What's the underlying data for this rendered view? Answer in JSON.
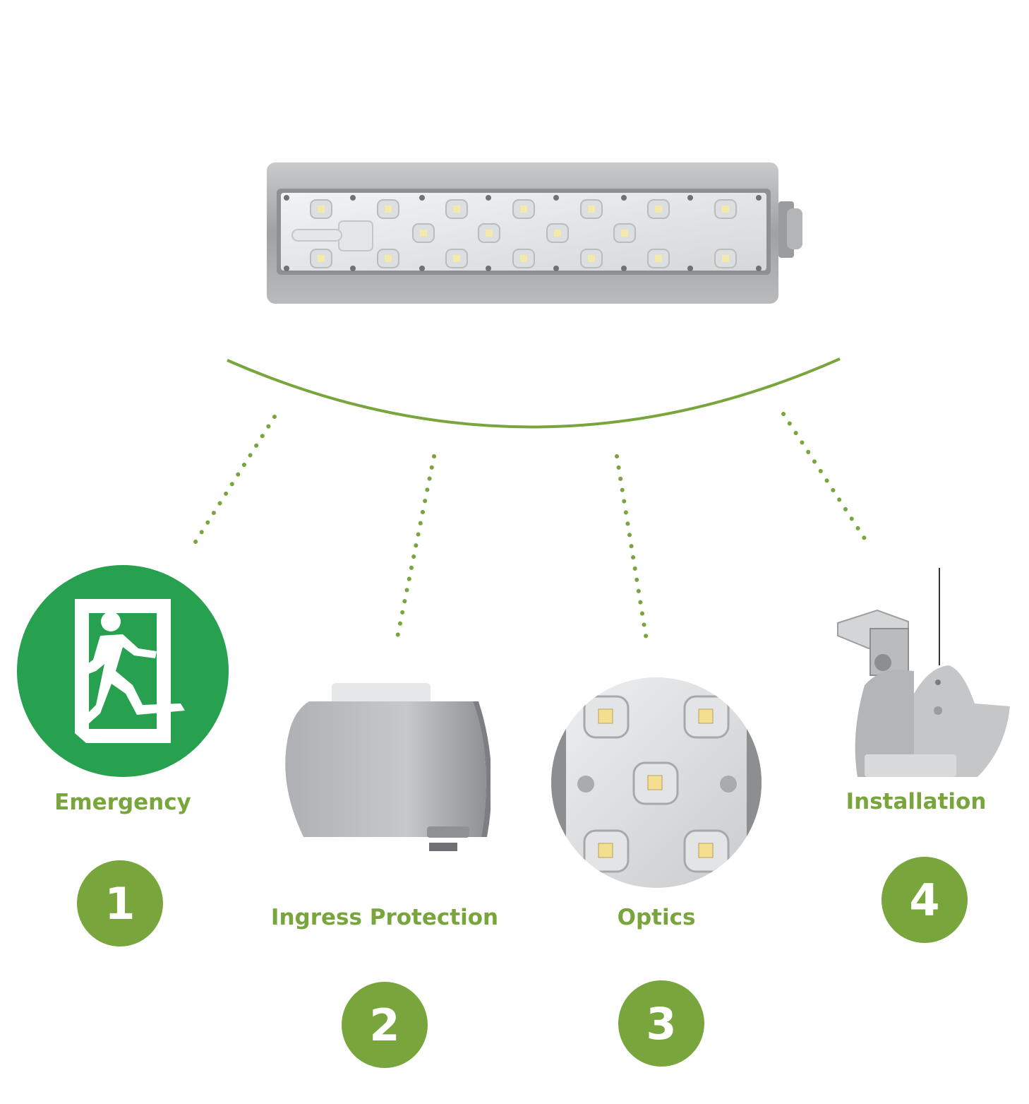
{
  "features": [
    {
      "label": "Emergency",
      "number": "1",
      "icon": "emergency-exit-icon"
    },
    {
      "label": "Ingress Protection",
      "number": "2",
      "icon": "housing-end-cap-icon"
    },
    {
      "label": "Optics",
      "number": "3",
      "icon": "led-optics-closeup-icon"
    },
    {
      "label": "Installation",
      "number": "4",
      "icon": "mounting-bracket-icon"
    }
  ],
  "colors": {
    "accent_green": "#78a53c",
    "exit_sign_green": "#27a04f",
    "housing_gray": "#a9abad"
  }
}
